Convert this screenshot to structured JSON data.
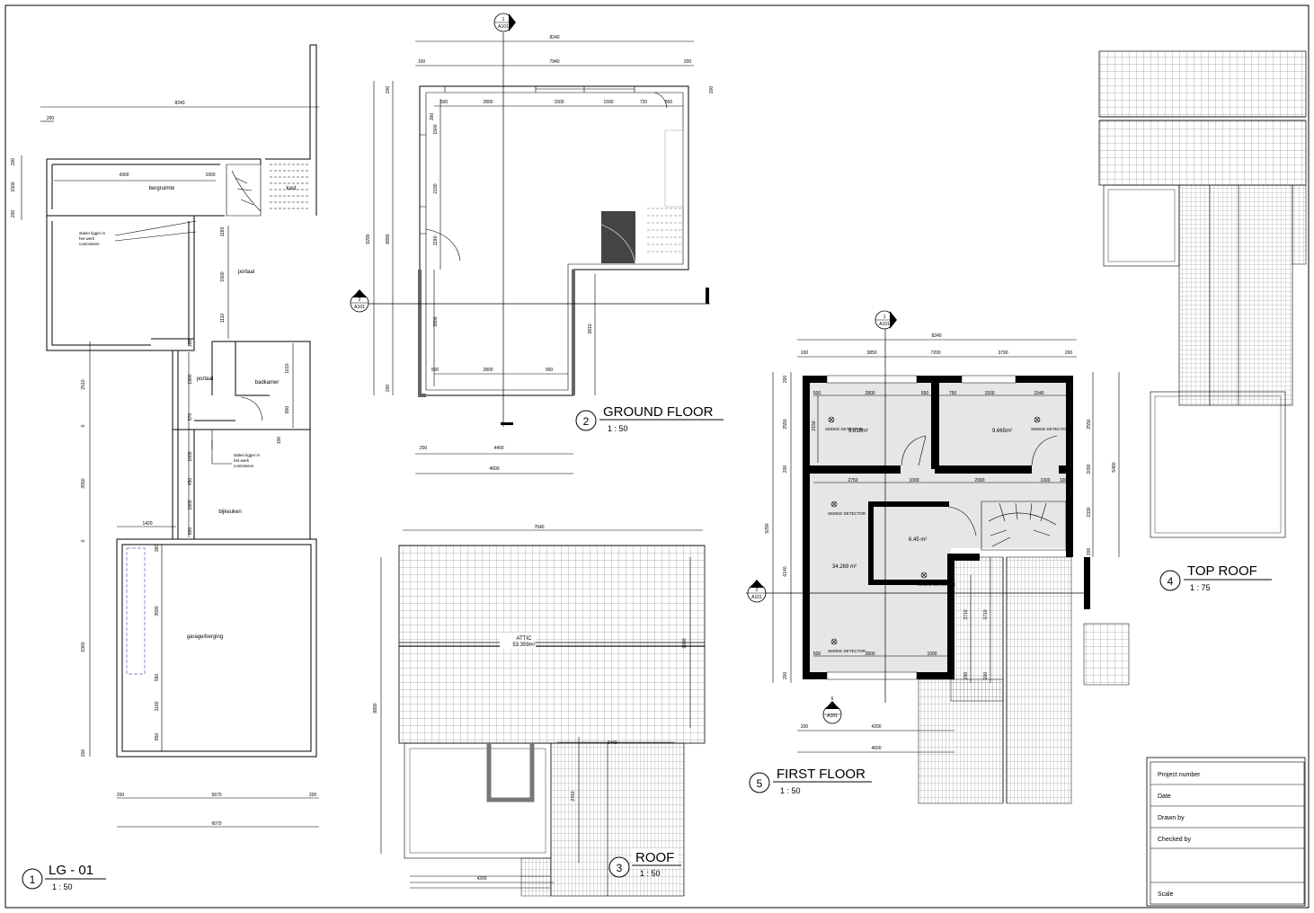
{
  "views": {
    "lg01": {
      "number": "1",
      "title": "LG - 01",
      "scale": "1 : 50",
      "rooms": {
        "bergruimte": "bergruimte",
        "kast": "kast",
        "portaal1": "portaal",
        "portaal2": "portaal",
        "badkamer": "badkamer",
        "bijkeuken": "bijkeuken",
        "garage": "garage/berging"
      },
      "notes": {
        "n1a": "stalen ligger in",
        "n1b": "het werk",
        "n1c": "controleren",
        "n2a": "stalen ligger in",
        "n2b": "het werk",
        "n2c": "controleren"
      },
      "dims": {
        "top_width": "8240",
        "top_left": "200",
        "left_200a": "200",
        "left_1500": "1500",
        "left_200b": "200",
        "berg_4300": "4300",
        "berg_1000": "1000",
        "v_1180": "1180",
        "v_1500": "1500",
        "v_1110": "1110",
        "v_2510": "2510",
        "v_0a": "0",
        "v_3550": "3550",
        "v_0b": "0",
        "v_6360": "6360",
        "v_200": "200",
        "v_1900": "1900",
        "v_570": "570",
        "v_1610": "1610",
        "v_800": "800",
        "v_100a": "100",
        "v_100b": "100",
        "v_1000": "1000",
        "v_450": "450",
        "v_1800": "1800",
        "v_600": "600",
        "h_1420": "1420",
        "g_360": "360",
        "g_3590": "3590",
        "g_550": "550",
        "g_1100": "1100",
        "g_850": "850",
        "b_200a": "200",
        "b_5670": "5670",
        "b_200b": "200",
        "b_6070": "6070"
      }
    },
    "ground": {
      "number": "2",
      "title": "GROUND FLOOR",
      "scale": "1 : 50",
      "dims": {
        "top": "8240",
        "t100": "100",
        "t7940": "7940",
        "t200": "200",
        "r200": "200",
        "l9290": "9290",
        "l8890": "8890",
        "l200a": "200",
        "l200b": "200",
        "i300": "300",
        "i500": "500",
        "i2800": "2800",
        "i1500a": "1500",
        "i1500b": "1500",
        "i720": "720",
        "i800": "800",
        "v1500": "1500",
        "v2190": "2190",
        "v1190": "1190",
        "v3800": "3800",
        "v3810": "3810",
        "b500": "500",
        "b2800": "2800",
        "b900": "900",
        "bd200": "200",
        "bd4400": "4400",
        "bd4600": "4600"
      },
      "markers": {
        "s1_num": "1",
        "s1_ref": "A101",
        "s2_num": "2",
        "s2_ref": "A101"
      }
    },
    "roof": {
      "number": "3",
      "title": "ROOF",
      "scale": "1 : 50",
      "labels": {
        "attic": "ATTIC",
        "area": "53.359m²"
      },
      "dims": {
        "top": "7640",
        "left": "8890",
        "right": "2080",
        "mid": "3440",
        "v2410": "2410",
        "bottom": "4200"
      }
    },
    "top_roof": {
      "number": "4",
      "title": "TOP ROOF",
      "scale": "1 : 75"
    },
    "first": {
      "number": "5",
      "title": "FIRST FLOOR",
      "scale": "1 : 50",
      "rooms": {
        "a1": "9.818m²",
        "a2": "9.665m²",
        "a3": "6.45 m²",
        "a4": "34.269 m²"
      },
      "smoke": "SMOKE DETECTOR",
      "dims": {
        "top": "8240",
        "t100": "100",
        "t3850": "3850",
        "t7200": "7200",
        "t3790": "3790",
        "t200": "200",
        "r500": "500",
        "r2800": "2800",
        "r650": "650",
        "r750": "750",
        "r1500": "1500",
        "r1540": "1540",
        "m2750": "2750",
        "m1000a": "1000",
        "m2990": "2990",
        "m1000b": "1000",
        "m100": "100",
        "b500": "500",
        "b2800": "2800",
        "b1000": "1000",
        "l200a": "200",
        "l2550": "2550",
        "l200b": "200",
        "l9290": "9290",
        "l6140": "6140",
        "l200c": "200",
        "l2150": "2150",
        "rr2550": "2550",
        "rr2090": "2090",
        "rr2330": "2330",
        "rr200": "200",
        "rr5480": "5480",
        "v3710a": "3710",
        "v3710b": "3710",
        "v200a": "200",
        "v200b": "200",
        "bd200": "200",
        "bd4200": "4200",
        "bd4600": "4600"
      },
      "markers": {
        "s1_num": "1",
        "s1_ref": "A101",
        "s2_num": "2",
        "s2_ref": "A101",
        "s3_num": "6",
        "s3_ref": "A101"
      }
    }
  },
  "title_block": {
    "project_number": "Project number",
    "date": "Date",
    "drawn_by": "Drawn by",
    "checked_by": "Checked by",
    "scale": "Scale"
  }
}
